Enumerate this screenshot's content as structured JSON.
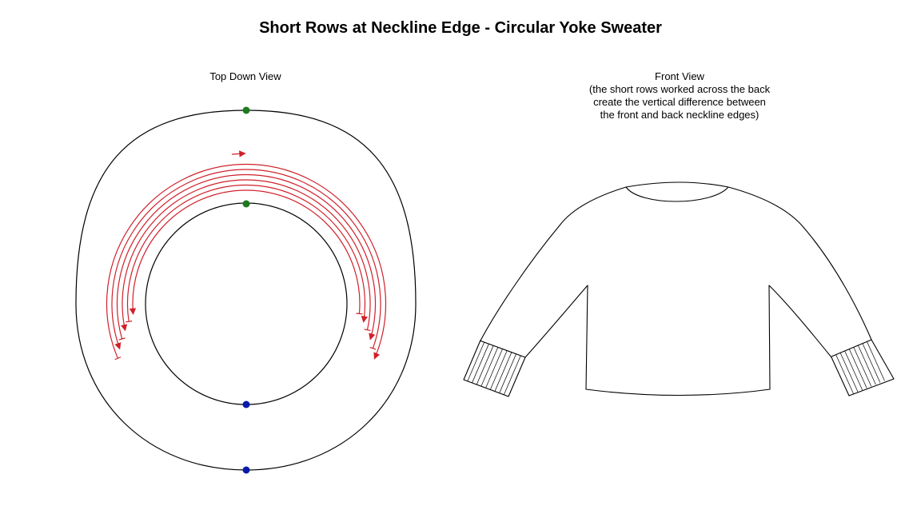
{
  "title": "Short Rows at Neckline Edge - Circular Yoke Sweater",
  "top_down_view": {
    "caption": "Top Down View"
  },
  "front_view": {
    "caption_lines": [
      "Front View",
      "(the short rows worked across the back",
      "create the vertical difference between",
      "the front and back neckline edges)"
    ]
  },
  "colors": {
    "short_row_arrows": "#d0202a",
    "back_markers": "#1e7a1e",
    "front_markers": "#0a1aa8",
    "outline": "#000000"
  },
  "short_row_count": 6
}
